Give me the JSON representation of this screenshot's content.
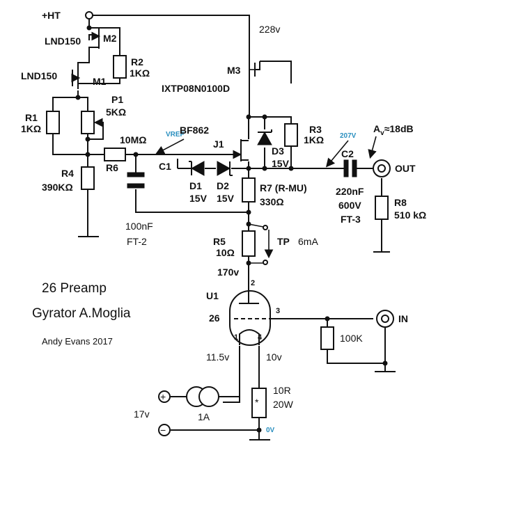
{
  "supply": {
    "ht_label": "+HT",
    "ht_voltage": "228v"
  },
  "mosfets": {
    "m2": {
      "ref": "M2",
      "part": "LND150"
    },
    "m1": {
      "ref": "M1",
      "part": "LND150"
    },
    "m3": {
      "ref": "M3",
      "part": "IXTP08N0100D"
    }
  },
  "resistors": {
    "r1": {
      "ref": "R1",
      "value": "1KΩ"
    },
    "r2": {
      "ref": "R2",
      "value": "1KΩ"
    },
    "r3": {
      "ref": "R3",
      "value": "1KΩ"
    },
    "r4": {
      "ref": "R4",
      "value": "390KΩ"
    },
    "r5": {
      "ref": "R5",
      "value": "10Ω"
    },
    "r6": {
      "ref": "R6",
      "value": "10MΩ"
    },
    "r7": {
      "ref": "R7 (R-MU)",
      "value": "330Ω"
    },
    "r8": {
      "ref": "R8",
      "value": "510 kΩ"
    },
    "grid": {
      "value": "100K"
    },
    "fil": {
      "value": "10R",
      "power": "20W"
    }
  },
  "pot": {
    "ref": "P1",
    "value": "5KΩ"
  },
  "jfet": {
    "ref": "J1",
    "part": "BF862"
  },
  "diodes": {
    "d1": {
      "ref": "D1",
      "value": "15V"
    },
    "d2": {
      "ref": "D2",
      "value": "15V"
    },
    "d3": {
      "ref": "D3",
      "value": "15V"
    }
  },
  "capacitors": {
    "c1": {
      "ref": "C1",
      "value": "100nF",
      "type": "FT-2"
    },
    "c2": {
      "ref": "C2",
      "value": "220nF",
      "voltage": "600V",
      "type": "FT-3"
    }
  },
  "annotations": {
    "vref": "VREF",
    "node207": "207V",
    "gain": "A",
    "gain_sub": "v",
    "gain_rest": "≈18dB",
    "out": "OUT",
    "in": "IN",
    "tp": "TP",
    "tp_current": "6mA",
    "plate_v": "170v",
    "fil_left_v": "11.5v",
    "fil_right_v": "10v",
    "supply_v": "17v",
    "cs_current": "1A",
    "zero_v": "0V",
    "plus": "+",
    "minus": "−"
  },
  "tube": {
    "ref": "U1",
    "type": "26",
    "pin_plate": "2",
    "pin_grid": "3",
    "pin_f1": "1",
    "pin_f2": "4"
  },
  "titles": {
    "line1": "26 Preamp",
    "line2": "Gyrator A.Moglia",
    "credit": "Andy Evans 2017"
  },
  "colors": {
    "annotation": "#2a8fbf",
    "ink": "#111111"
  }
}
